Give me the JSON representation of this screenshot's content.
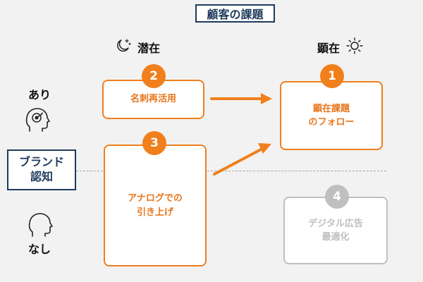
{
  "title": "顧客の課題",
  "columns": {
    "latent": {
      "label": "潜在",
      "icon": "moon-stars-icon"
    },
    "manifest": {
      "label": "顕在",
      "icon": "sun-icon"
    }
  },
  "rows": {
    "yes": {
      "label": "あり",
      "icon": "person-target-icon"
    },
    "no": {
      "label": "なし",
      "icon": "person-head-icon"
    }
  },
  "awareness": {
    "line1": "ブランド",
    "line2": "認知"
  },
  "cards": [
    {
      "number": "1",
      "line1": "顕在課題",
      "line2": "のフォロー",
      "state": "active"
    },
    {
      "number": "2",
      "line1": "名刺再活用",
      "line2": "",
      "state": "active"
    },
    {
      "number": "3",
      "line1": "アナログでの",
      "line2": "引き上げ",
      "state": "active"
    },
    {
      "number": "4",
      "line1": "デジタル広告",
      "line2": "最適化",
      "state": "inactive"
    }
  ],
  "colors": {
    "accent": "#f07f1c",
    "accent_text": "#e8751a",
    "navy": "#1f3b5c",
    "inactive": "#bfbfbf",
    "background": "#f2f2f2"
  }
}
